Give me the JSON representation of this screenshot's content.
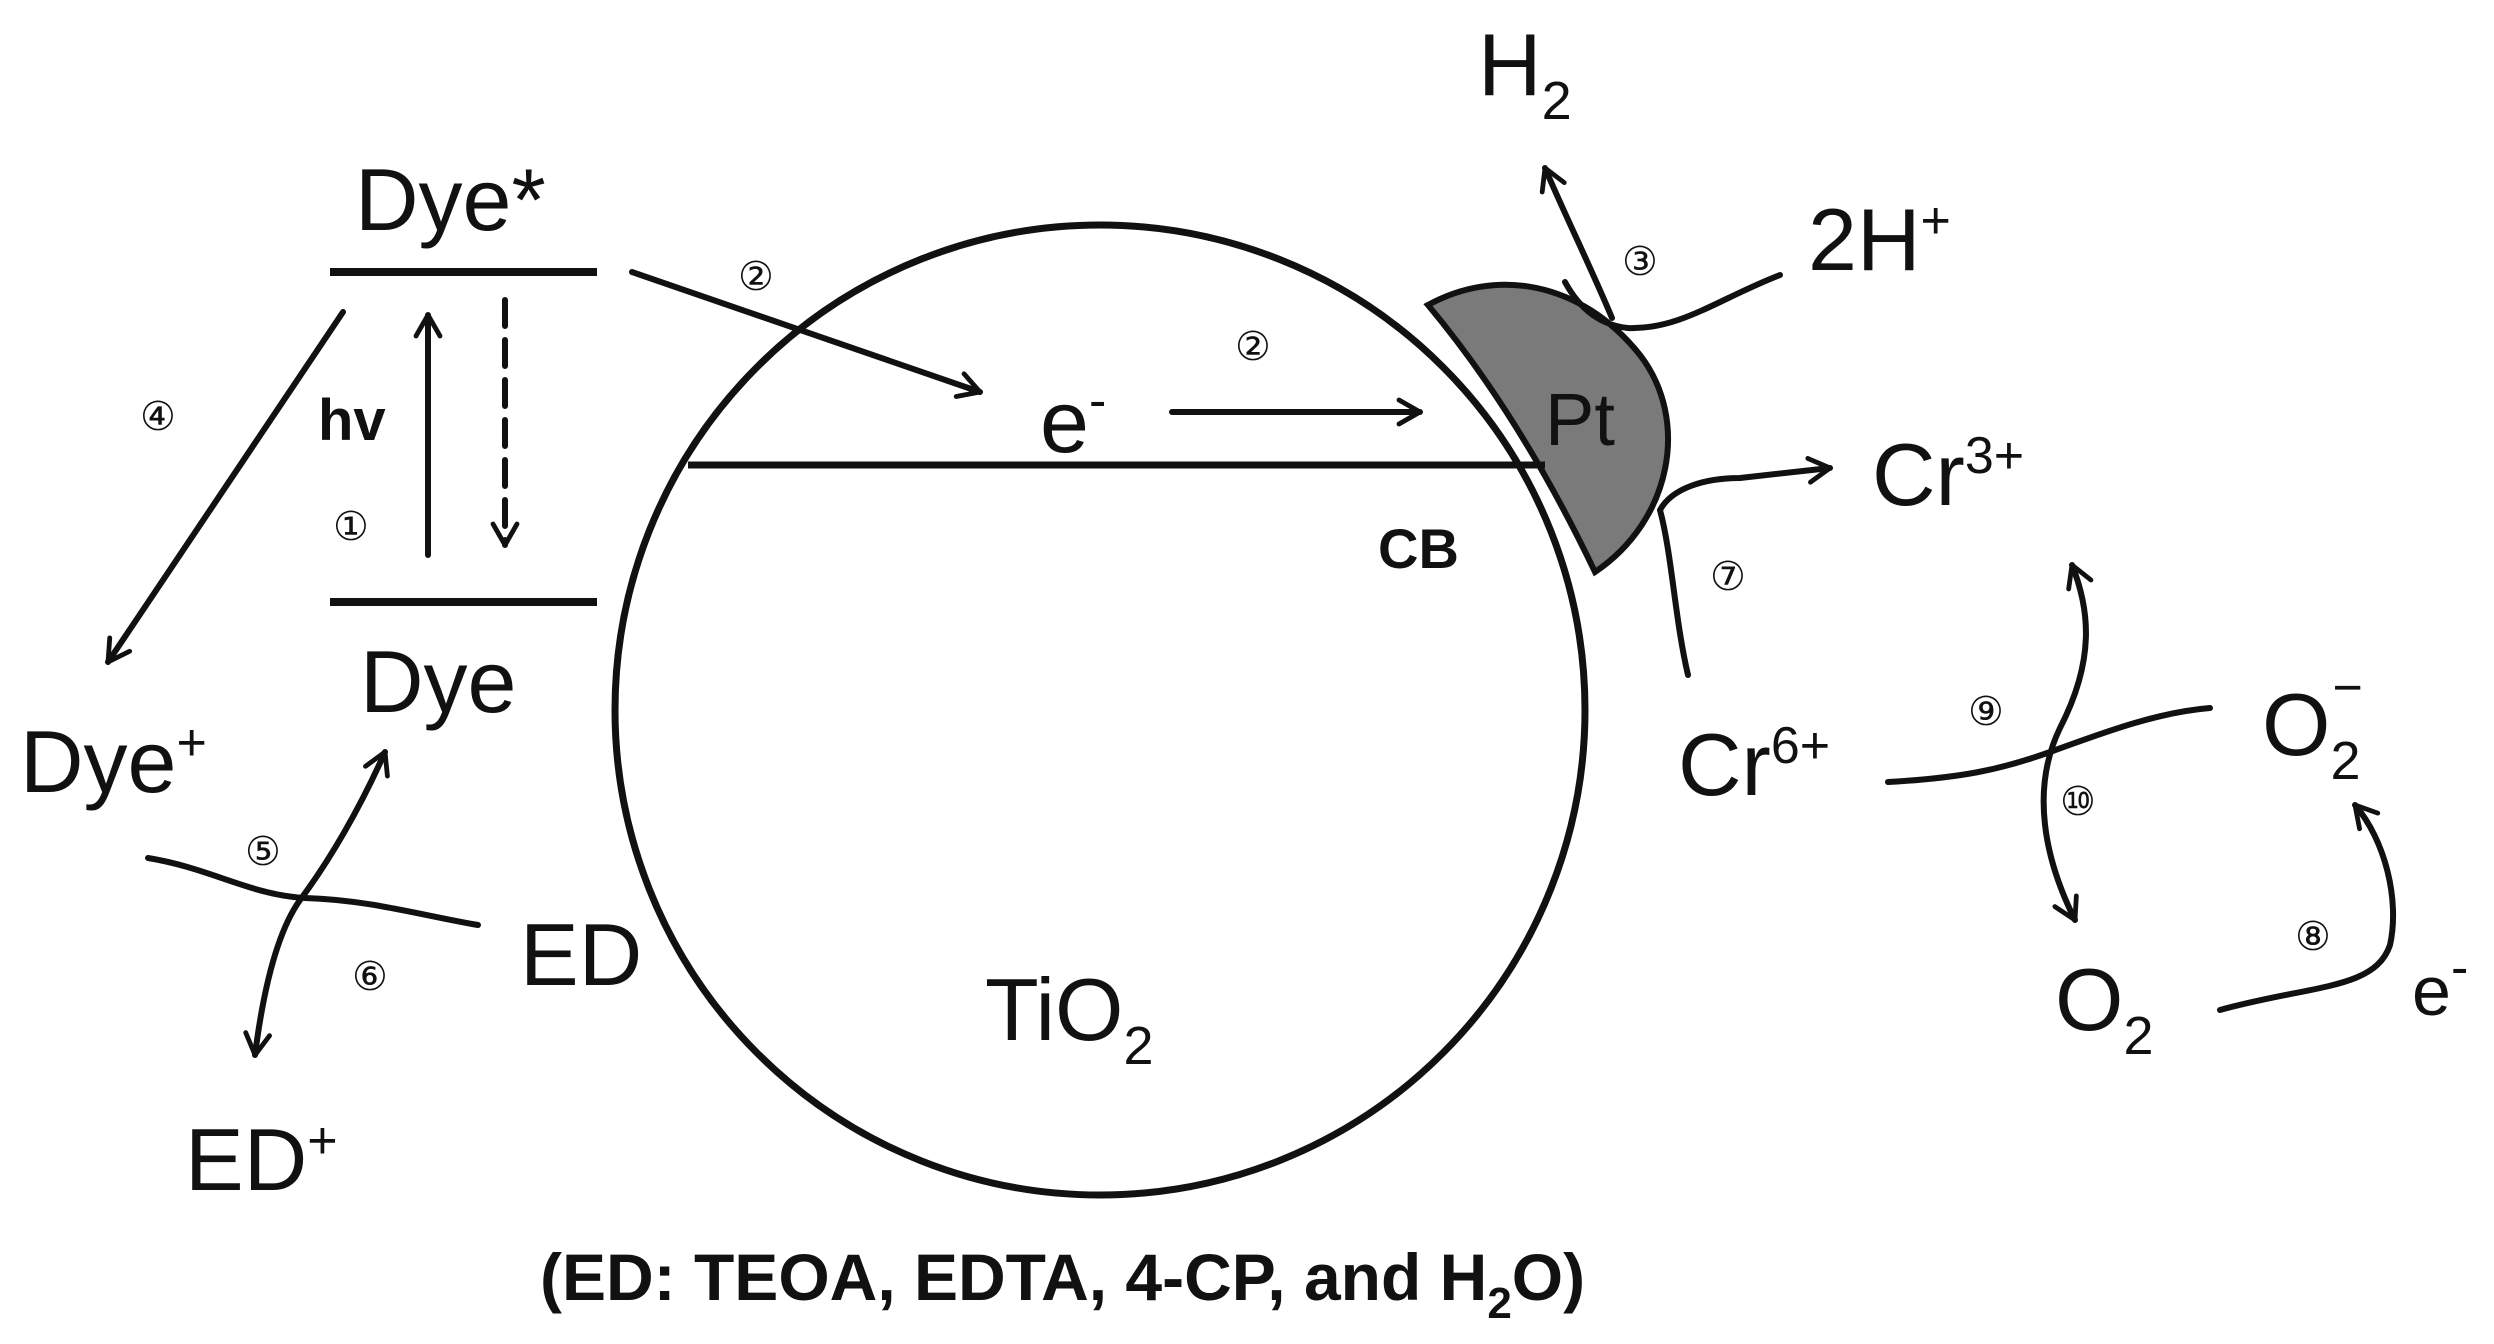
{
  "labels": {
    "dye_excited": "Dye*",
    "dye_ground": "Dye",
    "dye_cation_base": "Dye",
    "dye_cation_sup": "+",
    "hv": "hv",
    "electron_base": "e",
    "electron_sup": "-",
    "cb": "CB",
    "pt": "Pt",
    "tio2_base": "TiO",
    "tio2_sub": "2",
    "h2_base": "H",
    "h2_sub": "2",
    "proton_base": "2H",
    "proton_sup": "+",
    "cr3_base": "Cr",
    "cr3_sup": "3+",
    "cr6_base": "Cr",
    "cr6_sup": "6+",
    "o2m_base": "O",
    "o2m_sub": "2",
    "o2m_sup": "−",
    "o2_base": "O",
    "o2_sub": "2",
    "e_right_base": "e",
    "e_right_sup": "-",
    "ed": "ED",
    "ed_plus_base": "ED",
    "ed_plus_sup": "+",
    "caption_main": "(ED: TEOA, EDTA, 4-CP, and H",
    "caption_sub": "2",
    "caption_end": "O)"
  },
  "steps": {
    "s1": "①",
    "s2": "②",
    "s3": "③",
    "s4": "④",
    "s5": "⑤",
    "s6": "⑥",
    "s7": "⑦",
    "s8": "⑧",
    "s9": "⑨",
    "s10": "⑩"
  },
  "colors": {
    "line": "#111111",
    "pt_fill": "#7a7a7a",
    "background": "#ffffff"
  }
}
